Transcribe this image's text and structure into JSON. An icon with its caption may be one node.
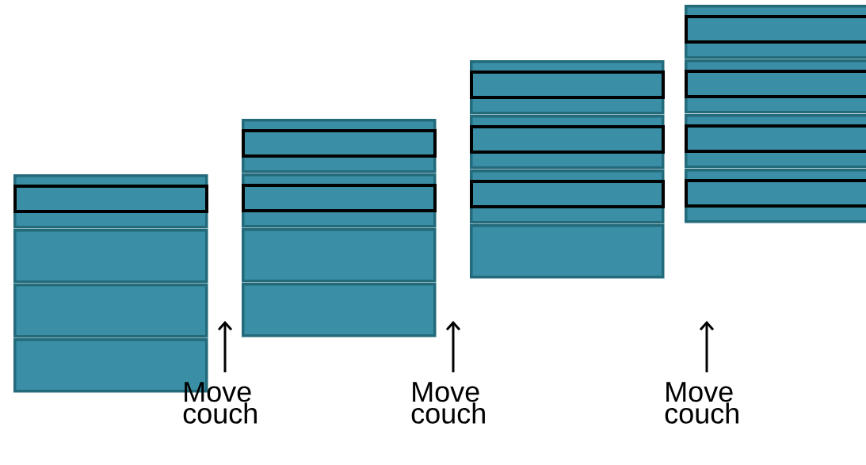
{
  "diagram": {
    "nodes": [
      {
        "text": [],
        "shape": "box"
      },
      {
        "text": [],
        "shape": "bar",
        "in": 0
      },
      {
        "text": [],
        "shape": "box"
      },
      {
        "text": [],
        "shape": "box"
      },
      {
        "text": [],
        "shape": "box"
      },
      {
        "text": [],
        "shape": "box"
      },
      {
        "text": [],
        "shape": "bar",
        "in": 5
      },
      {
        "text": [],
        "shape": "box"
      },
      {
        "text": [],
        "shape": "bar",
        "in": 7
      },
      {
        "text": [],
        "shape": "box"
      },
      {
        "text": [],
        "shape": "box"
      },
      {
        "text": [],
        "shape": "box"
      },
      {
        "text": [],
        "shape": "bar",
        "in": 11
      },
      {
        "text": [],
        "shape": "box"
      },
      {
        "text": [],
        "shape": "bar",
        "in": 13
      },
      {
        "text": [],
        "shape": "box"
      },
      {
        "text": [],
        "shape": "bar",
        "in": 15
      },
      {
        "text": [],
        "shape": "box"
      },
      {
        "text": [],
        "shape": "box"
      },
      {
        "text": [],
        "shape": "bar",
        "in": 18
      },
      {
        "text": [],
        "shape": "box"
      },
      {
        "text": [],
        "shape": "bar",
        "in": 20
      },
      {
        "text": [],
        "shape": "box"
      },
      {
        "text": [],
        "shape": "bar",
        "in": 22
      },
      {
        "text": [],
        "shape": "box"
      },
      {
        "text": [],
        "shape": "bar",
        "in": 24
      },
      {
        "text": [
          "Move couch"
        ]
      },
      {
        "text": [
          "Move couch"
        ]
      },
      {
        "text": [
          "Move couch"
        ]
      }
    ],
    "edges": [
      {
        "from": 26,
        "to": null,
        "arrow": "to"
      },
      {
        "from": 27,
        "to": null,
        "arrow": "to"
      },
      {
        "from": 28,
        "to": null,
        "arrow": "to"
      }
    ]
  }
}
